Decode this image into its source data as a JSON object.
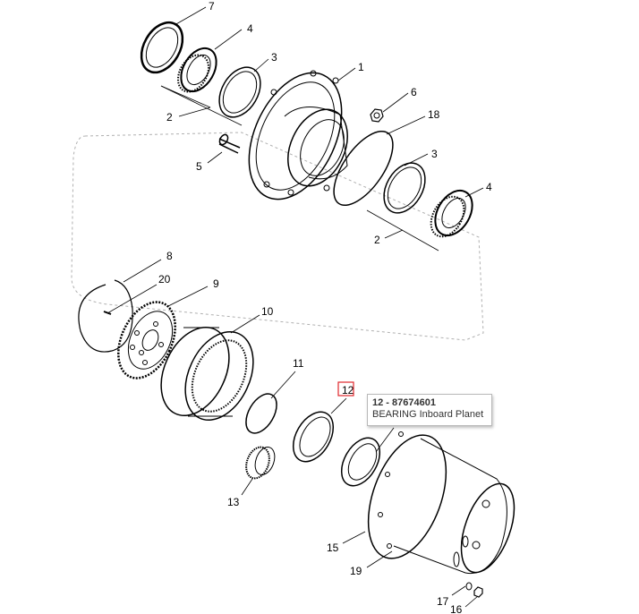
{
  "callouts": {
    "c1": "1",
    "c2a": "2",
    "c2b": "2",
    "c3a": "3",
    "c3b": "3",
    "c4a": "4",
    "c4b": "4",
    "c5": "5",
    "c6": "6",
    "c7": "7",
    "c8": "8",
    "c9": "9",
    "c10": "10",
    "c11": "11",
    "c12": "12",
    "c13": "13",
    "c15": "15",
    "c16": "16",
    "c17": "17",
    "c18": "18",
    "c19": "19",
    "c20": "20"
  },
  "tooltip": {
    "title": "12 - 87674601",
    "description": "BEARING Inboard Planet"
  },
  "colors": {
    "line": "#000000",
    "highlight": "#e0272b",
    "dash": "#b0b0b0"
  }
}
